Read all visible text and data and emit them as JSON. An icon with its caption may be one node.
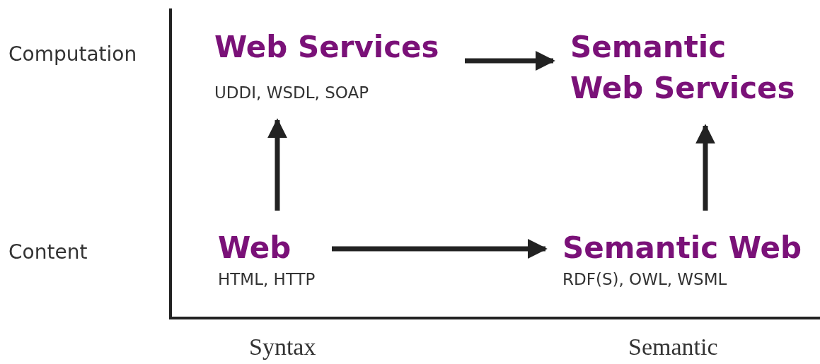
{
  "diagram": {
    "nodes": [
      {
        "text": [
          "Web Services",
          "UDDI, WSDL, SOAP"
        ]
      },
      {
        "text": [
          "Semantic Web Services"
        ]
      },
      {
        "text": [
          "Web",
          "HTML, HTTP"
        ]
      },
      {
        "text": [
          "Semantic Web",
          "RDF(S), OWL, WSML"
        ]
      }
    ],
    "edges": [
      {
        "from": 2,
        "to": 0,
        "arrow": "to"
      },
      {
        "from": 0,
        "to": 1,
        "arrow": "to"
      },
      {
        "from": 2,
        "to": 3,
        "arrow": "to"
      },
      {
        "from": 3,
        "to": 1,
        "arrow": "to"
      }
    ],
    "labels": [
      "Computation",
      "Content",
      "Syntax",
      "Semantic"
    ]
  }
}
